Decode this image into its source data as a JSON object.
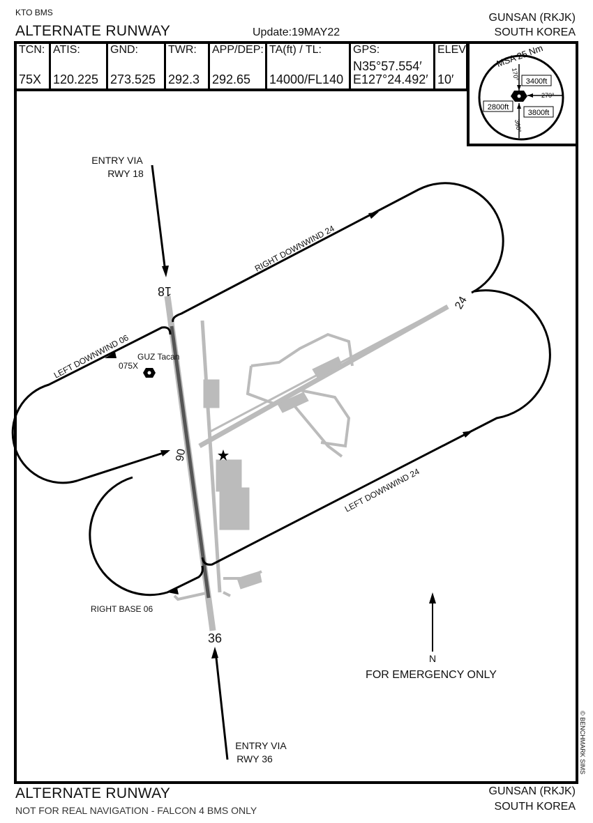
{
  "header": {
    "kto": "KTO BMS",
    "title": "ALTERNATE RUNWAY",
    "update": "Update:19MAY22",
    "airport": "GUNSAN (RKJK)",
    "country": "SOUTH KOREA"
  },
  "info": [
    {
      "label": "TCN:",
      "value": "75X"
    },
    {
      "label": "ATIS:",
      "value": "120.225"
    },
    {
      "label": "GND:",
      "value": "273.525"
    },
    {
      "label": "TWR:",
      "value": "292.3"
    },
    {
      "label": "APP/DEP:",
      "value": "292.65"
    },
    {
      "label": "TA(ft) / TL:",
      "value": "14000/FL140"
    },
    {
      "label": "GPS:",
      "value": "E127°24.492′",
      "value2": "N35°57.554′"
    },
    {
      "label": "ELEV:",
      "value": "10′"
    }
  ],
  "msa": {
    "title": "MSA 25 Nm",
    "sectors": [
      "3400ft",
      "2800ft",
      "3800ft"
    ],
    "bearings": [
      "170°",
      "270°",
      "360°"
    ]
  },
  "chart": {
    "entry_18": [
      "ENTRY VIA",
      "RWY 18"
    ],
    "entry_36": [
      "ENTRY VIA",
      "RWY 36"
    ],
    "rwy_18": "18",
    "rwy_36": "36",
    "rwy_06": "06",
    "rwy_24": "24",
    "right_downwind_24": "RIGHT DOWNWIND 24",
    "left_downwind_06": "LEFT DOWNWIND 06",
    "left_downwind_24": "LEFT DOWNWIND 24",
    "right_base_06": "RIGHT BASE 06",
    "tacan": [
      "GUZ Tacan",
      "075X"
    ],
    "north": "N",
    "emergency": "FOR EMERGENCY ONLY",
    "copyright": "© BENCHMARK SIMS"
  },
  "footer": {
    "title": "ALTERNATE RUNWAY",
    "disclaimer": "NOT FOR REAL NAVIGATION - FALCON 4 BMS ONLY",
    "airport": "GUNSAN (RKJK)",
    "country": "SOUTH KOREA"
  }
}
